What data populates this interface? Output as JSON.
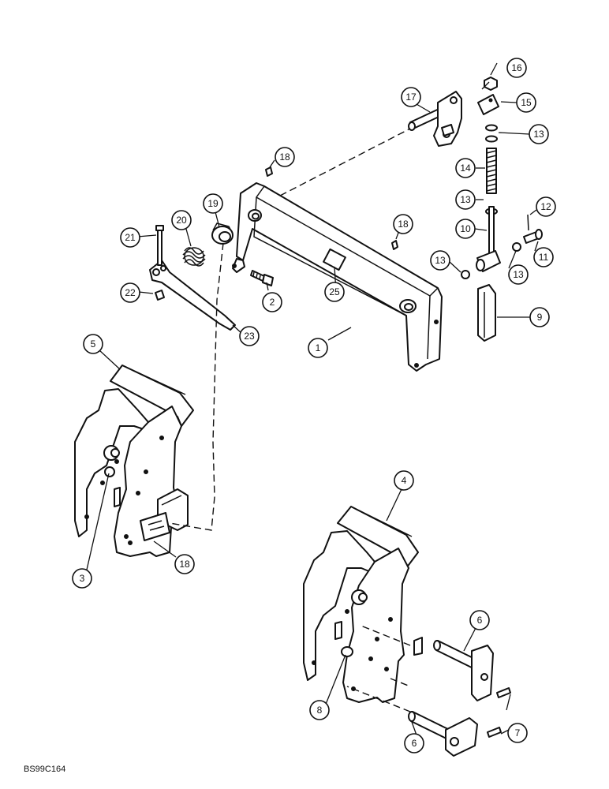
{
  "drawing_code": "BS99C164",
  "callouts": [
    {
      "id": "c1",
      "label": "1"
    },
    {
      "id": "c2",
      "label": "2"
    },
    {
      "id": "c3",
      "label": "3"
    },
    {
      "id": "c4",
      "label": "4"
    },
    {
      "id": "c5",
      "label": "5"
    },
    {
      "id": "c6a",
      "label": "6"
    },
    {
      "id": "c6b",
      "label": "6"
    },
    {
      "id": "c7",
      "label": "7"
    },
    {
      "id": "c8",
      "label": "8"
    },
    {
      "id": "c9",
      "label": "9"
    },
    {
      "id": "c10",
      "label": "10"
    },
    {
      "id": "c11",
      "label": "11"
    },
    {
      "id": "c12",
      "label": "12"
    },
    {
      "id": "c13a",
      "label": "13"
    },
    {
      "id": "c13b",
      "label": "13"
    },
    {
      "id": "c13c",
      "label": "13"
    },
    {
      "id": "c13d",
      "label": "13"
    },
    {
      "id": "c14",
      "label": "14"
    },
    {
      "id": "c15",
      "label": "15"
    },
    {
      "id": "c16",
      "label": "16"
    },
    {
      "id": "c17",
      "label": "17"
    },
    {
      "id": "c18a",
      "label": "18"
    },
    {
      "id": "c18b",
      "label": "18"
    },
    {
      "id": "c18c",
      "label": "18"
    },
    {
      "id": "c19",
      "label": "19"
    },
    {
      "id": "c20",
      "label": "20"
    },
    {
      "id": "c21",
      "label": "21"
    },
    {
      "id": "c22",
      "label": "22"
    },
    {
      "id": "c23",
      "label": "23"
    },
    {
      "id": "c25",
      "label": "25"
    }
  ]
}
